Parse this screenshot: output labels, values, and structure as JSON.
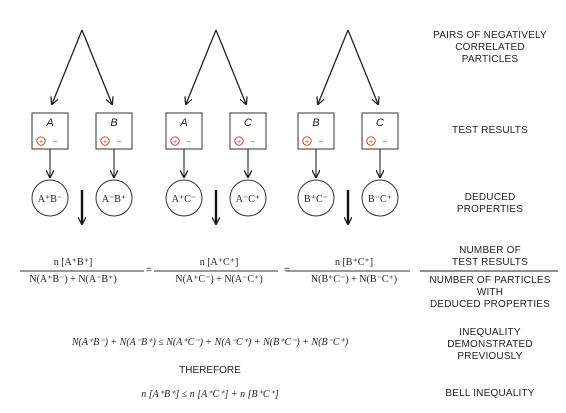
{
  "groups": [
    {
      "boxes": [
        "A",
        "B"
      ],
      "circles": [
        "A⁺B⁻",
        "A⁻B⁺"
      ]
    },
    {
      "boxes": [
        "A",
        "C"
      ],
      "circles": [
        "A⁺C⁻",
        "A⁻C⁺"
      ]
    },
    {
      "boxes": [
        "B",
        "C"
      ],
      "circles": [
        "B⁺C⁻",
        "B⁻C⁺"
      ]
    }
  ],
  "symbols": {
    "plus": "+",
    "minus": "–"
  },
  "labels": {
    "pairs": [
      "PAIRS OF NEGATIVELY",
      "CORRELATED",
      "PARTICLES"
    ],
    "test_results": [
      "TEST RESULTS"
    ],
    "deduced": [
      "DEDUCED",
      "PROPERTIES"
    ],
    "number_tests": [
      "NUMBER OF",
      "TEST RESULTS"
    ],
    "number_particles": [
      "NUMBER OF PARTICLES",
      "WITH",
      "DEDUCED PROPERTIES"
    ],
    "inequality": [
      "INEQUALITY",
      "DEMONSTRATED",
      "PREVIOUSLY"
    ],
    "bell": [
      "BELL INEQUALITY"
    ]
  },
  "fractions": [
    {
      "num": "n [A⁺B⁺]",
      "den": "N(A⁺B⁻) + N(A⁻B⁺)"
    },
    {
      "num": "n [A⁺C⁺]",
      "den": "N(A⁺C⁻) + N(A⁻C⁺)"
    },
    {
      "num": "n [B⁺C⁺]",
      "den": "N(B⁺C⁻) + N(B⁻C⁺)"
    }
  ],
  "equals": [
    "=",
    "="
  ],
  "inequality_expr": "N(A⁺B⁻) + N(A⁻B⁺) ≤ N(A⁺C⁻) + N(A⁻C⁺) + N(B⁺C⁻) + N(B⁻C⁺)",
  "therefore": "THEREFORE",
  "bell_expr": "n [A⁺B⁺] ≤ n [A⁺C⁺] + n [B⁺C⁺]"
}
